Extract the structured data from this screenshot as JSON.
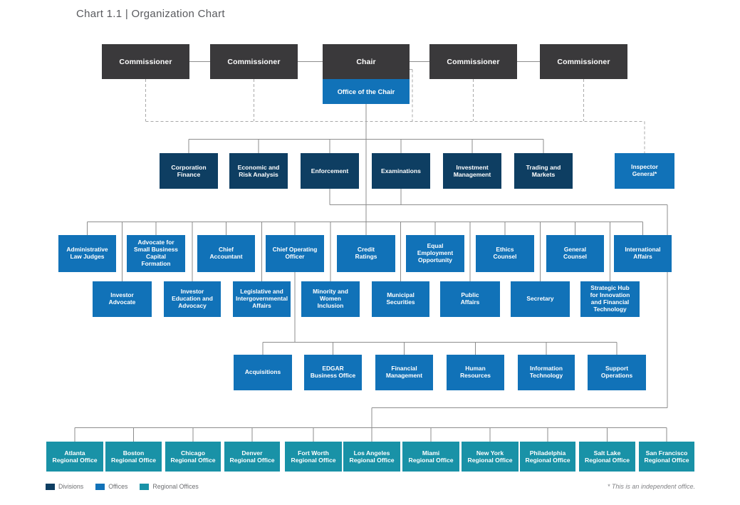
{
  "title": "Chart 1.1 | Organization Chart",
  "colors": {
    "commissioner_bg": "#3a393b",
    "division_bg": "#0e3e62",
    "office_bg": "#1172b8",
    "regional_bg": "#1992a7",
    "line_solid": "#8d8d8d",
    "line_dashed": "#a8a8a8"
  },
  "top_row": {
    "items": [
      "Commissioner",
      "Commissioner",
      "Chair",
      "Commissioner",
      "Commissioner"
    ],
    "office_of_chair": "Office of the Chair"
  },
  "divisions": [
    "Corporation\nFinance",
    "Economic and\nRisk Analysis",
    "Enforcement",
    "Examinations",
    "Investment\nManagement",
    "Trading and\nMarkets"
  ],
  "inspector_general": "Inspector\nGeneral*",
  "offices_row1": [
    "Administrative\nLaw Judges",
    "Advocate for\nSmall Business\nCapital\nFormation",
    "Chief\nAccountant",
    "Chief Operating\nOfficer",
    "Credit\nRatings",
    "Equal\nEmployment\nOpportunity",
    "Ethics\nCounsel",
    "General\nCounsel",
    "International\nAffairs"
  ],
  "offices_row2": [
    "Investor\nAdvocate",
    "Investor\nEducation and\nAdvocacy",
    "Legislative and\nIntergovernmental\nAffairs",
    "Minority and\nWomen\nInclusion",
    "Municipal\nSecurities",
    "Public\nAffairs",
    "Secretary",
    "Strategic Hub\nfor Innovation\nand Financial\nTechnology"
  ],
  "coo_offices": [
    "Acquisitions",
    "EDGAR\nBusiness Office",
    "Financial\nManagement",
    "Human\nResources",
    "Information\nTechnology",
    "Support\nOperations"
  ],
  "regional_offices": [
    "Atlanta\nRegional Office",
    "Boston\nRegional Office",
    "Chicago\nRegional Office",
    "Denver\nRegional Office",
    "Fort Worth\nRegional Office",
    "Los Angeles\nRegional Office",
    "Miami\nRegional Office",
    "New York\nRegional Office",
    "Philadelphia\nRegional Office",
    "Salt Lake\nRegional Office",
    "San Francisco\nRegional Office"
  ],
  "legend": {
    "items": [
      {
        "label": "Divisions",
        "type": "division"
      },
      {
        "label": "Offices",
        "type": "office"
      },
      {
        "label": "Regional Offices",
        "type": "regional"
      }
    ]
  },
  "footnote": "* This is an independent office."
}
